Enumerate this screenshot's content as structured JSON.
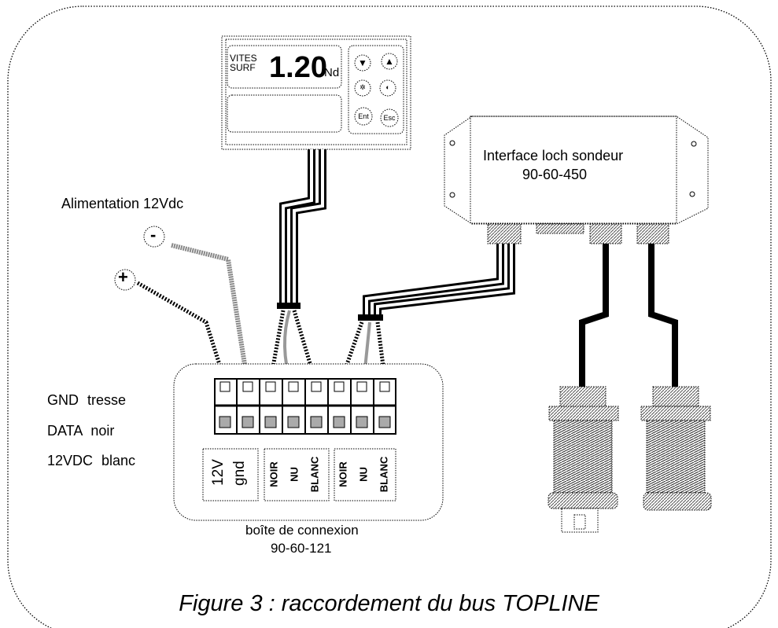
{
  "figure": {
    "caption": "Figure 3 : raccordement du bus TOPLINE"
  },
  "display_unit": {
    "label_line1": "VITES",
    "label_line2": "SURF",
    "value": "1.20",
    "unit": "Nd",
    "buttons": [
      {
        "name": "down-arrow-button",
        "label": "▼"
      },
      {
        "name": "up-arrow-button",
        "label": "▲"
      },
      {
        "name": "light-button",
        "label": "✲"
      },
      {
        "name": "contrast-button",
        "label": "◐"
      },
      {
        "name": "enter-button",
        "label": "Ent"
      },
      {
        "name": "escape-button",
        "label": "Esc"
      }
    ]
  },
  "interface": {
    "title": "Interface loch sondeur",
    "ref": "90-60-450"
  },
  "power": {
    "label": "Alimentation 12Vdc",
    "minus": "-",
    "plus": "+"
  },
  "legend": {
    "lines": [
      "GND  tresse",
      "DATA  noir",
      "12VDC  blanc"
    ]
  },
  "junction_box": {
    "title": "boîte de connexion",
    "ref": "90-60-121",
    "power_labels": [
      "12V",
      "gnd"
    ],
    "group1": [
      "NOIR",
      "NU",
      "BLANC"
    ],
    "group2": [
      "NOIR",
      "NU",
      "BLANC"
    ]
  },
  "colors": {
    "line": "#000000",
    "grey_wire": "#9a9a9a",
    "background": "#ffffff"
  }
}
